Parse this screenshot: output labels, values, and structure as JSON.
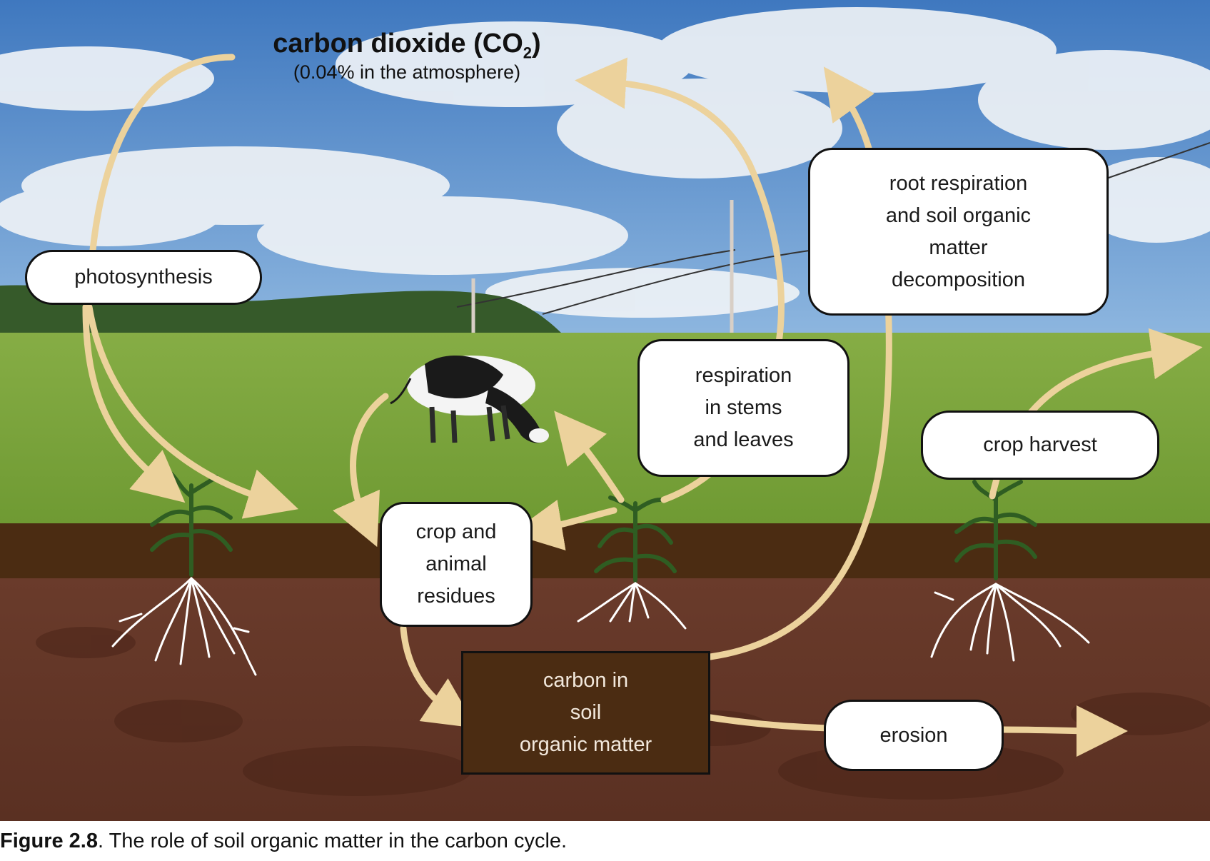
{
  "co2": {
    "label": "carbon dioxide (CO",
    "subscript": "2",
    "close": ")",
    "note": "(0.04% in the atmosphere)"
  },
  "boxes": {
    "photosynthesis": "photosynthesis",
    "root_respiration": [
      "root respiration",
      "and soil organic",
      "matter",
      "decomposition"
    ],
    "respiration_stems": [
      "respiration",
      "in stems",
      "and leaves"
    ],
    "crop_harvest": "crop harvest",
    "residues": [
      "crop and",
      "animal",
      "residues"
    ],
    "soil_carbon": [
      "carbon in",
      "soil",
      "organic matter"
    ],
    "erosion": "erosion"
  },
  "caption": {
    "label": "Figure 2.8",
    "text": ". The role of soil organic matter in the carbon cycle."
  },
  "colors": {
    "arrow": "#ecd29c",
    "sky": "#5b8fc9",
    "grass": "#7fa63c",
    "topsoil": "#4b2c12",
    "subsoil": "#6b3a2a",
    "soil_box": "#4b2c12"
  }
}
